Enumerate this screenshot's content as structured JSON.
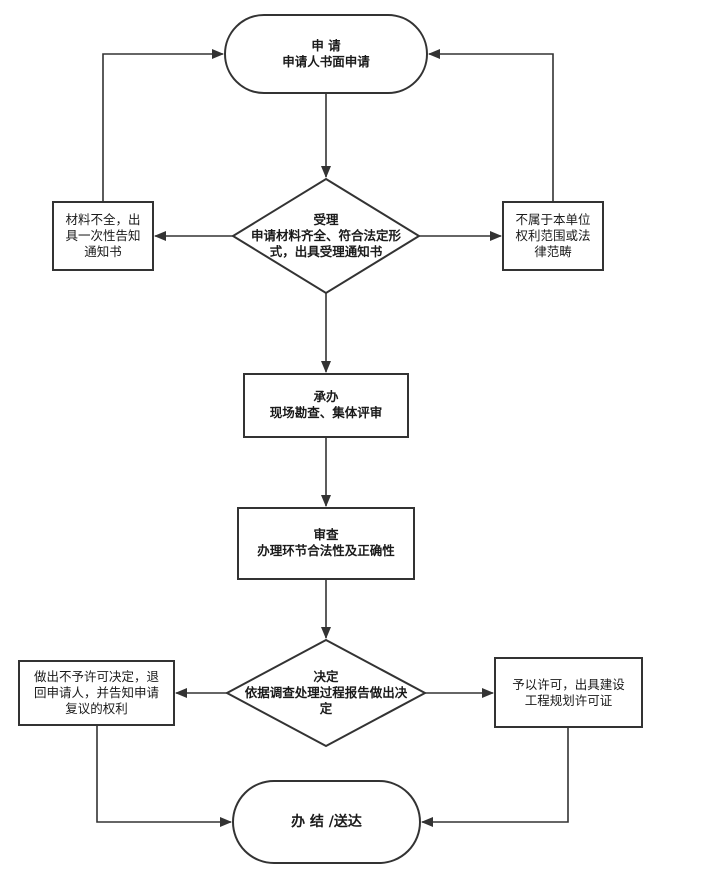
{
  "nodes": {
    "apply": {
      "title": "申 请",
      "body": "申请人书面申请"
    },
    "accept": {
      "title": "受理",
      "line1": "申请材料齐全、符合法定形",
      "line2": "式，出具受理通知书"
    },
    "incomplete": {
      "line1": "材料不全，出",
      "line2": "具一次性告知",
      "line3": "通知书"
    },
    "not_scope": {
      "line1": "不属于本单位",
      "line2": "权利范围或法",
      "line3": "律范畴"
    },
    "handle": {
      "title": "承办",
      "body": "现场勘查、集体评审"
    },
    "review": {
      "title": "审查",
      "body": "办理环节合法性及正确性"
    },
    "decide": {
      "title": "决定",
      "line1": "依据调查处理过程报告做出决",
      "line2": "定"
    },
    "deny": {
      "line1": "做出不予许可决定，退",
      "line2": "回申请人，并告知申请",
      "line3": "复议的权利"
    },
    "grant": {
      "line1": "予以许可，出具建设",
      "line2": "工程规划许可证"
    },
    "finish": {
      "label": "办 结 /送达"
    }
  },
  "colors": {
    "stroke": "#333333",
    "text": "#1a1a1a",
    "background": "#ffffff"
  }
}
